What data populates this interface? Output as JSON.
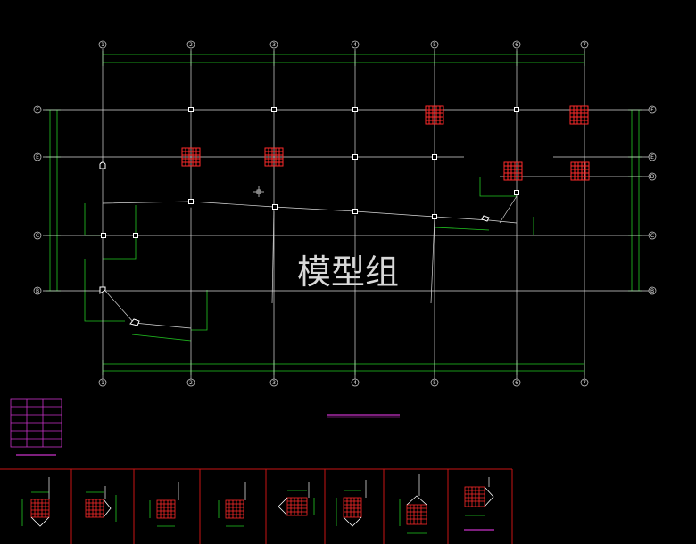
{
  "watermark": "模型组",
  "colors": {
    "background": "#000000",
    "axis": "#d9d9d9",
    "dimension": "#22c822",
    "column": "#ff2a2a",
    "table": "#c832c8",
    "frame": "#c81414"
  },
  "grid": {
    "top_labels": [
      "1",
      "2",
      "3",
      "4",
      "5",
      "6",
      "7"
    ],
    "bottom_labels": [
      "1",
      "2",
      "3",
      "4",
      "5",
      "6",
      "7"
    ],
    "left_labels": [
      "F",
      "E",
      "C",
      "B"
    ],
    "right_labels": [
      "F",
      "E",
      "D",
      "C",
      "B"
    ]
  },
  "detail_panels": 8
}
